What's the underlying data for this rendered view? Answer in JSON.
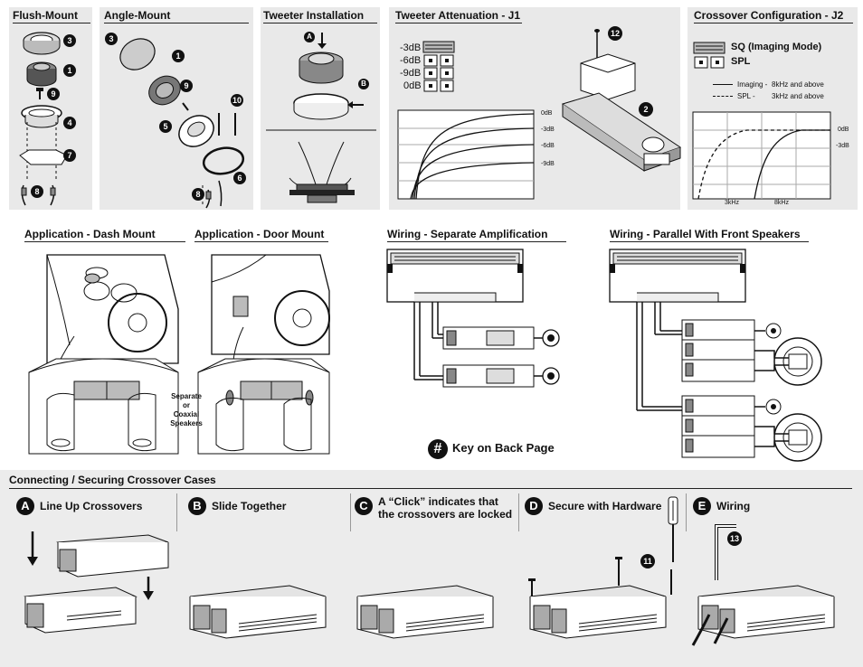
{
  "top": {
    "flush": {
      "title": "Flush-Mount",
      "callouts": [
        "3",
        "1",
        "9",
        "4",
        "7",
        "8"
      ]
    },
    "angle": {
      "title": "Angle-Mount",
      "callouts": [
        "3",
        "1",
        "9",
        "5",
        "10",
        "6",
        "8"
      ]
    },
    "tweeter": {
      "title": "Tweeter Installation",
      "labels": [
        "A",
        "B"
      ]
    },
    "atten": {
      "title": "Tweeter Attenuation - J1",
      "levels": [
        "-3dB",
        "-6dB",
        "-9dB",
        "0dB"
      ],
      "graph_labels": [
        "0dB",
        "-3dB",
        "-6dB",
        "-9dB"
      ],
      "callouts": [
        "12",
        "2"
      ]
    },
    "crossover": {
      "title": "Crossover Configuration - J2",
      "sq": "SQ (Imaging Mode)",
      "spl": "SPL",
      "legend": [
        {
          "name": "Imaging -",
          "value": "8kHz and above"
        },
        {
          "name": "SPL -",
          "value": "3kHz and above"
        }
      ],
      "graph_labels": [
        "0dB",
        "-3dB"
      ],
      "x_labels": [
        "3kHz",
        "8kHz"
      ]
    }
  },
  "middle": {
    "dash": {
      "title": "Application - Dash Mount"
    },
    "door": {
      "title": "Application - Door Mount"
    },
    "speakers_note": [
      "Separate",
      "or",
      "Coaxial",
      "Speakers"
    ],
    "wiring_sep": {
      "title": "Wiring - Separate Amplification"
    },
    "wiring_par": {
      "title": "Wiring - Parallel With Front Speakers"
    },
    "key": {
      "symbol": "#",
      "text": "Key on Back Page"
    }
  },
  "bottom": {
    "title": "Connecting / Securing Crossover Cases",
    "steps": [
      {
        "letter": "A",
        "label": "Line Up Crossovers"
      },
      {
        "letter": "B",
        "label": "Slide Together"
      },
      {
        "letter": "C",
        "label_line1": "A “Click” indicates that",
        "label_line2": "the crossovers are locked"
      },
      {
        "letter": "D",
        "label": "Secure with Hardware",
        "callout": "11"
      },
      {
        "letter": "E",
        "label": "Wiring",
        "callout": "13"
      }
    ]
  }
}
